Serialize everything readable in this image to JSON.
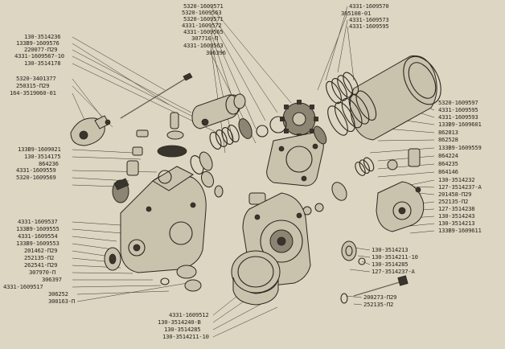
{
  "labels": {
    "l01": "5320-1609571",
    "l02": "5320-1609563",
    "l03": "5320-1609571",
    "l04": "4331-1609572",
    "l05": "4331-1609565",
    "l06": "307710-П",
    "l07": "4331-1609563",
    "l08": "306396",
    "l09": "4331-1609570",
    "l10": "305108-01",
    "l11": "4331-1609573",
    "l12": "4331-1609595",
    "l13": "130-3514236",
    "l14": "133B9-1609576",
    "l15": "220077-П29",
    "l16": "4331-1609567-10",
    "l17": "130-3514178",
    "l18": "5320-3401377",
    "l19": "250315-П29",
    "l20": "164-3519060-01",
    "l21": "5320-1609597",
    "l22": "4331-1609595",
    "l23": "4331-1609593",
    "l24": "133B9-1609601",
    "l25": "862813",
    "l26": "862528",
    "l27": "133B9-1609559",
    "l28": "864224",
    "l29": "864235",
    "l30": "864146",
    "l31": "130-3514232",
    "l32": "127-3514237-А",
    "l33": "201458-П29",
    "l34": "252135-П2",
    "l35": "127-3514238",
    "l36": "130-3514243",
    "l37": "130-3514213",
    "l38": "133B9-1609611",
    "l39": "133B9-1609021",
    "l40": "130-3514175",
    "l41": "864236",
    "l42": "4331-1609559",
    "l43": "5320-1609569",
    "l44": "4331-1609537",
    "l45": "133B9-1609555",
    "l46": "4331-1609554",
    "l47": "133B9-1609553",
    "l48": "201462-П29",
    "l49": "252135-П2",
    "l50": "262541-П29",
    "l51": "307970-П",
    "l52": "306397",
    "l53": "4331-1609517",
    "l54": "306252",
    "l55": "300163-П",
    "l56": "130-3514213",
    "l57": "130-3514211-10",
    "l58": "130-3514285",
    "l59": "127-3514237-А",
    "l60": "200273-П29",
    "l61": "252135-П2",
    "l62": "4331-1609512",
    "l63": "130-3514240-В",
    "l64": "130-3514285",
    "l65": "130-3514211-10"
  }
}
